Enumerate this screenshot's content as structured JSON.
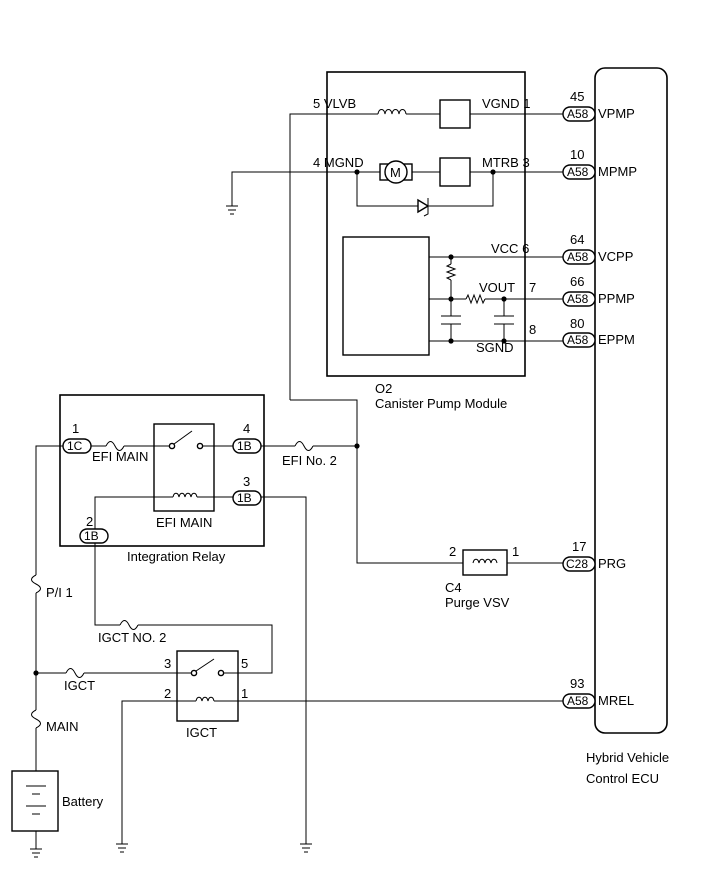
{
  "ecu": {
    "line1": "Hybrid Vehicle",
    "line2": "Control ECU"
  },
  "ecu_pins": [
    {
      "num": "45",
      "conn": "A58",
      "name": "VPMP"
    },
    {
      "num": "10",
      "conn": "A58",
      "name": "MPMP"
    },
    {
      "num": "64",
      "conn": "A58",
      "name": "VCPP"
    },
    {
      "num": "66",
      "conn": "A58",
      "name": "PPMP"
    },
    {
      "num": "80",
      "conn": "A58",
      "name": "EPPM"
    },
    {
      "num": "17",
      "conn": "C28",
      "name": "PRG"
    },
    {
      "num": "93",
      "conn": "A58",
      "name": "MREL"
    }
  ],
  "pump_module": {
    "id": "O2",
    "name": "Canister Pump Module",
    "pins": [
      {
        "num": "5",
        "name": "VLVB"
      },
      {
        "num": "1",
        "name": "VGND"
      },
      {
        "num": "4",
        "name": "MGND"
      },
      {
        "num": "3",
        "name": "MTRB"
      },
      {
        "num": "6",
        "name": "VCC"
      },
      {
        "num": "7",
        "name": "VOUT"
      },
      {
        "num": "8",
        "name": "SGND"
      }
    ],
    "motor_symbol": "M"
  },
  "integration_relay": {
    "name": "Integration Relay",
    "relay_label": "EFI MAIN",
    "pins": [
      {
        "num": "1",
        "conn": "1C"
      },
      {
        "num": "4",
        "conn": "1B"
      },
      {
        "num": "3",
        "conn": "1B"
      },
      {
        "num": "2",
        "conn": "1B"
      }
    ],
    "fuse_label": "EFI MAIN"
  },
  "fuses": {
    "efi_no2": "EFI No. 2",
    "pi1": "P/I 1",
    "igct_no2": "IGCT NO. 2",
    "igct": "IGCT",
    "main": "MAIN"
  },
  "purge_vsv": {
    "id": "C4",
    "name": "Purge VSV",
    "pin_left": "2",
    "pin_right": "1"
  },
  "igct_relay": {
    "name": "IGCT",
    "pins": [
      "3",
      "5",
      "2",
      "1"
    ]
  },
  "battery": {
    "name": "Battery"
  }
}
